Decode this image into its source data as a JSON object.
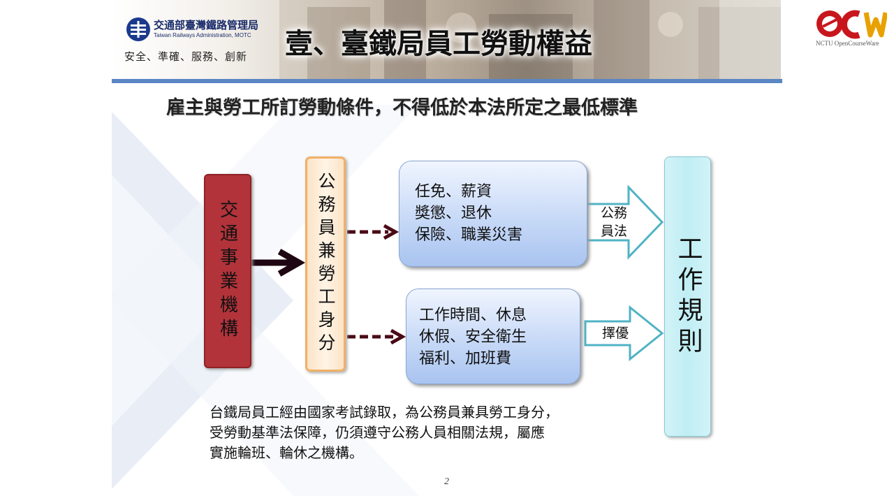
{
  "header": {
    "org_name": "交通部臺灣鐵路管理局",
    "org_name_en": "Taiwan Railways Administration, MOTC",
    "motto": "安全、準確、服務、創新",
    "title": "壹、臺鐵局員工勞動權益"
  },
  "ocw_logo": {
    "text": "NCTU OpenCourseWare"
  },
  "subtitle": "雇主與勞工所訂勞動條件，不得低於本法所定之最低標準",
  "diagram": {
    "transport_org": "交通事業機構",
    "civil_servant_status": "公務員兼勞工身分",
    "box_top_lines": [
      "任免、薪資",
      "獎懲、退休",
      "保險、職業災害"
    ],
    "box_bottom_lines": [
      "工作時間、休息",
      "休假、安全衛生",
      "福利、加班費"
    ],
    "arrow_top_label_lines": [
      "公務",
      "員法"
    ],
    "arrow_bottom_label": "擇優",
    "work_rules": "工作規則"
  },
  "note_lines": [
    "台鐵局員工經由國家考試錄取，為公務員兼具勞工身分，",
    "受勞動基準法保障，仍須遵守公務人員相關法規，屬應",
    "實施輪班、輪休之機構。"
  ],
  "page_number": "2",
  "colors": {
    "accent_line": "#5b86c4",
    "transport_box": "#b2333a",
    "civil_box_border": "#f0b068",
    "blue_box": "#c7d9f7",
    "rules_box": "#bfeef4",
    "arrow_dark": "#1e0612",
    "arrow_dashed": "#4a0a16",
    "arrow_outline": "#4fb3c4"
  }
}
